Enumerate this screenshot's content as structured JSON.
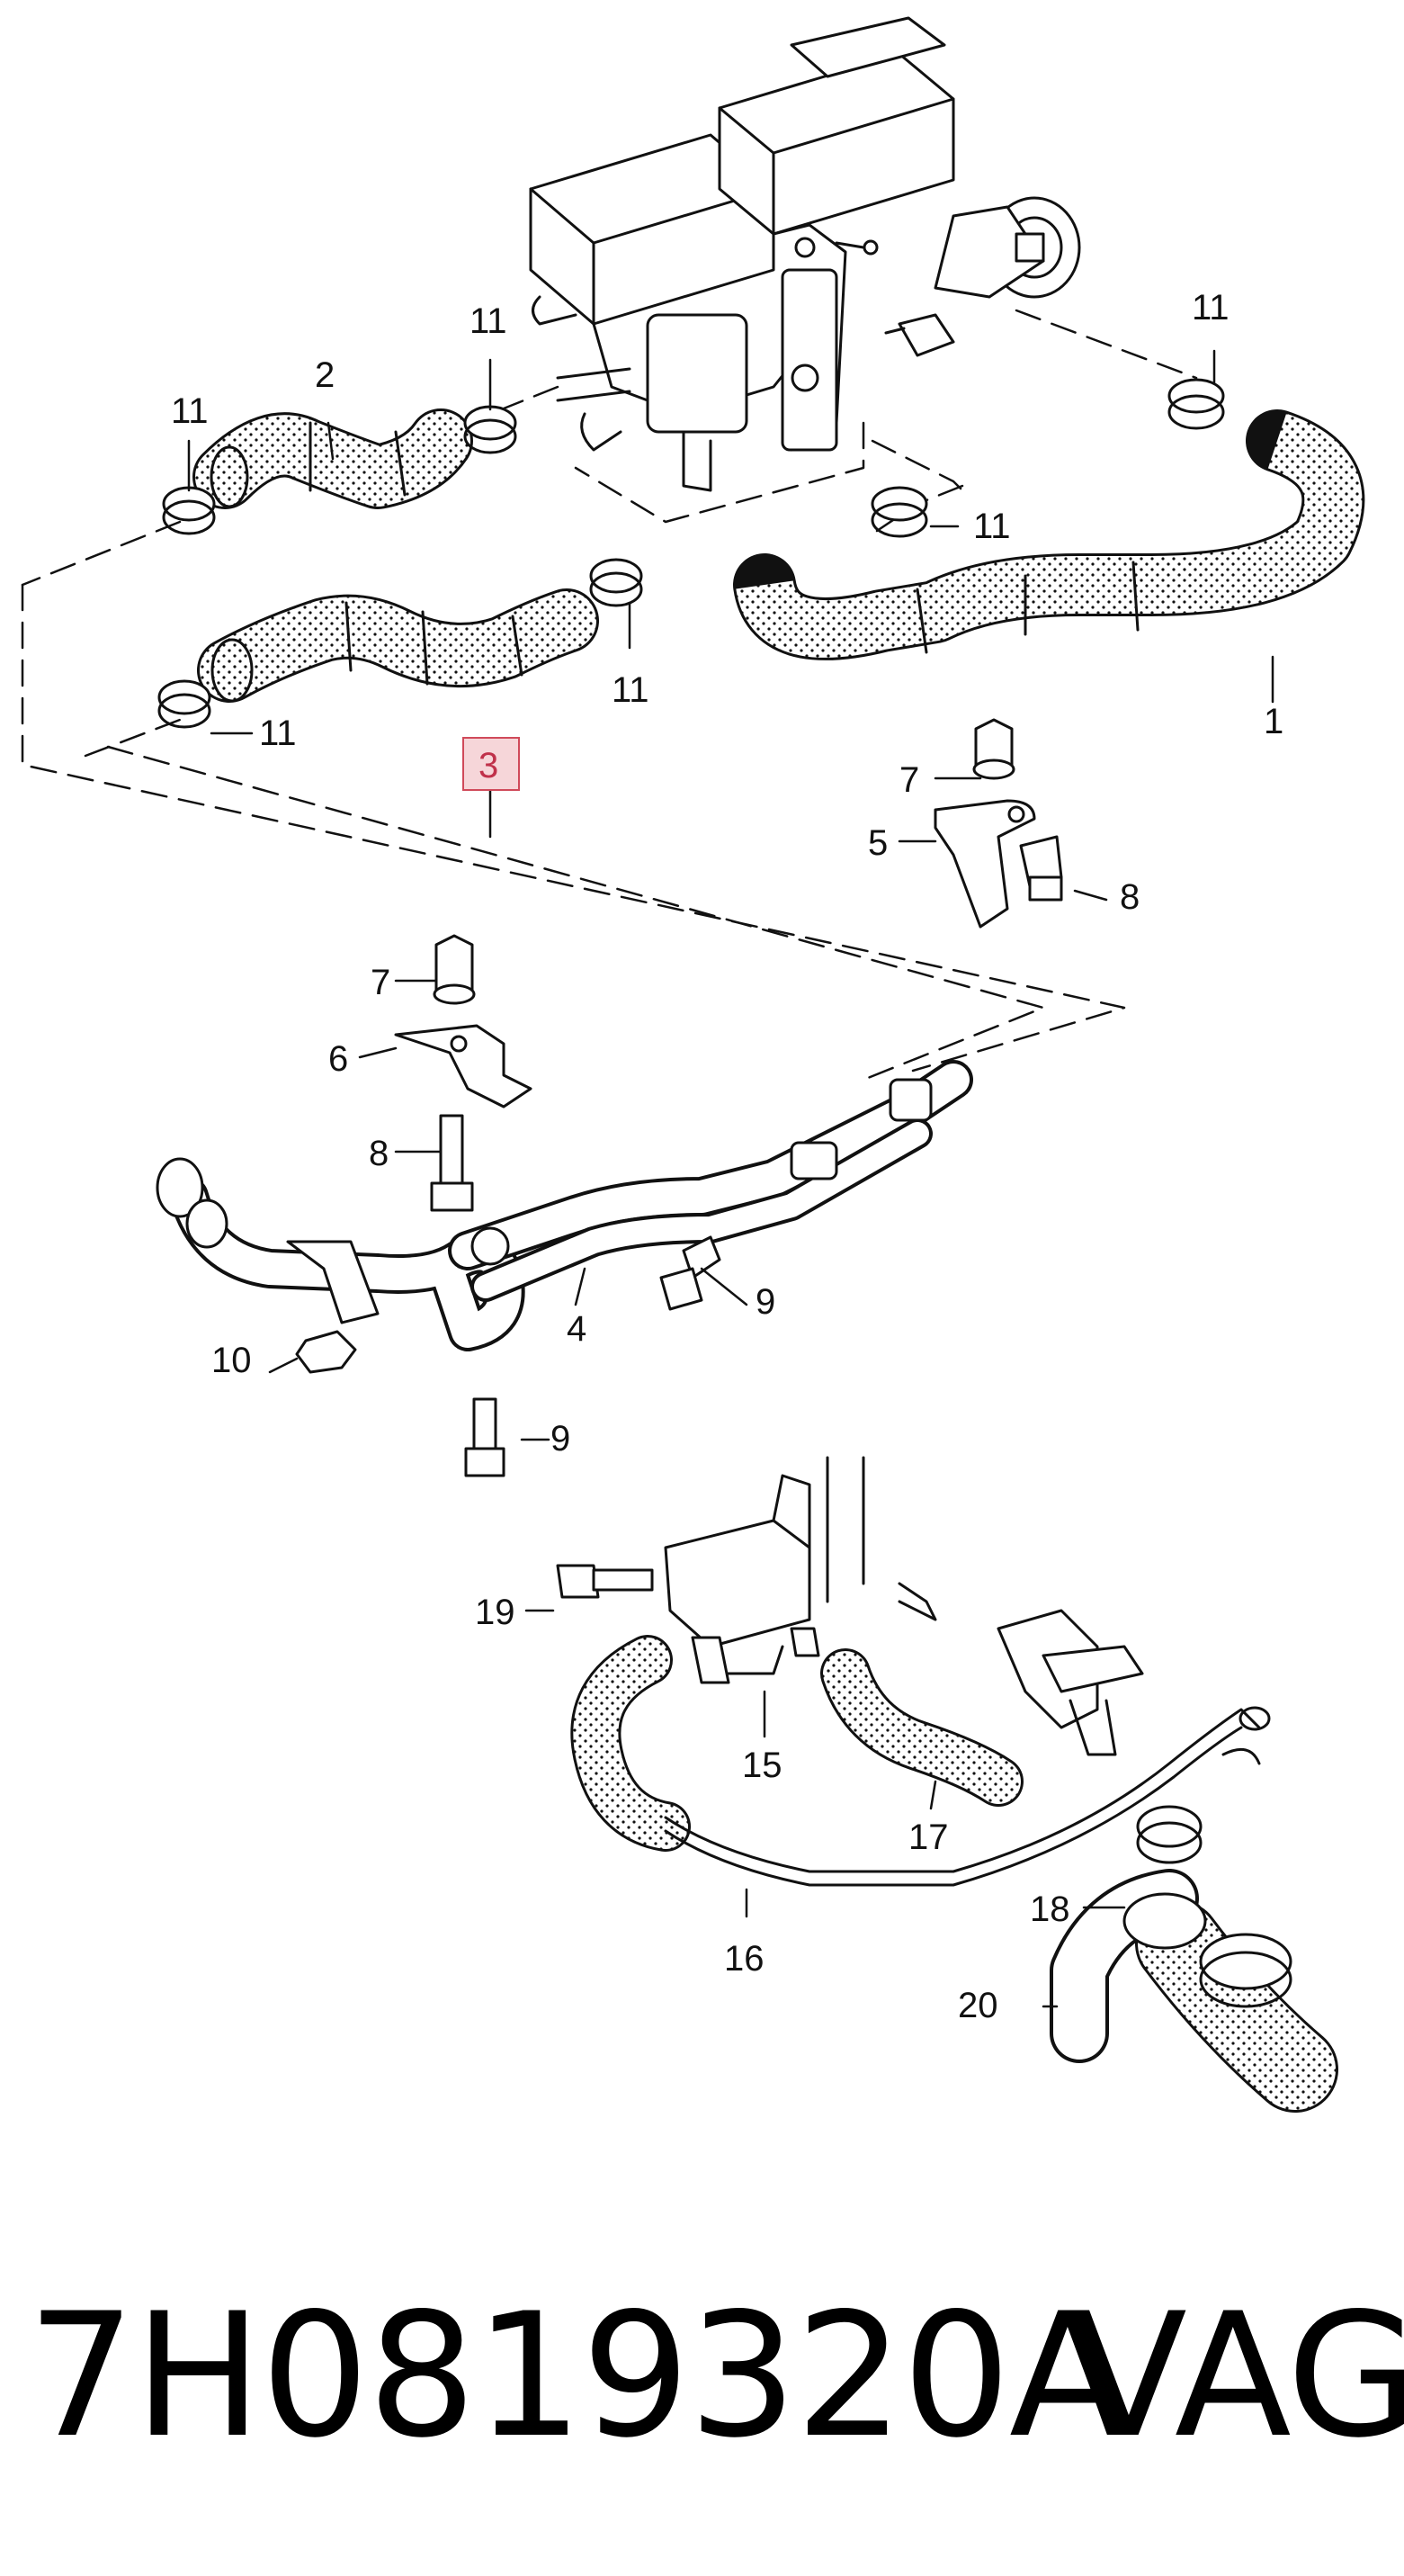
{
  "diagram": {
    "highlighted_callout": "3",
    "callouts": {
      "c1": "1",
      "c2": "2",
      "c3": "3",
      "c4": "4",
      "c5": "5",
      "c6": "6",
      "c7a": "7",
      "c7b": "7",
      "c8a": "8",
      "c8b": "8",
      "c9a": "9",
      "c9b": "9",
      "c10": "10",
      "c11a": "11",
      "c11b": "11",
      "c11c": "11",
      "c11d": "11",
      "c11e": "11",
      "c11f": "11",
      "c15": "15",
      "c16": "16",
      "c17": "17",
      "c18": "18",
      "c19": "19",
      "c20": "20"
    }
  },
  "footer": {
    "part_number": "7H0819320A",
    "brand": "VAG"
  },
  "colors": {
    "line": "#111111",
    "highlight_fill": "#f6d6d9",
    "highlight_stroke": "#d04a5a"
  }
}
